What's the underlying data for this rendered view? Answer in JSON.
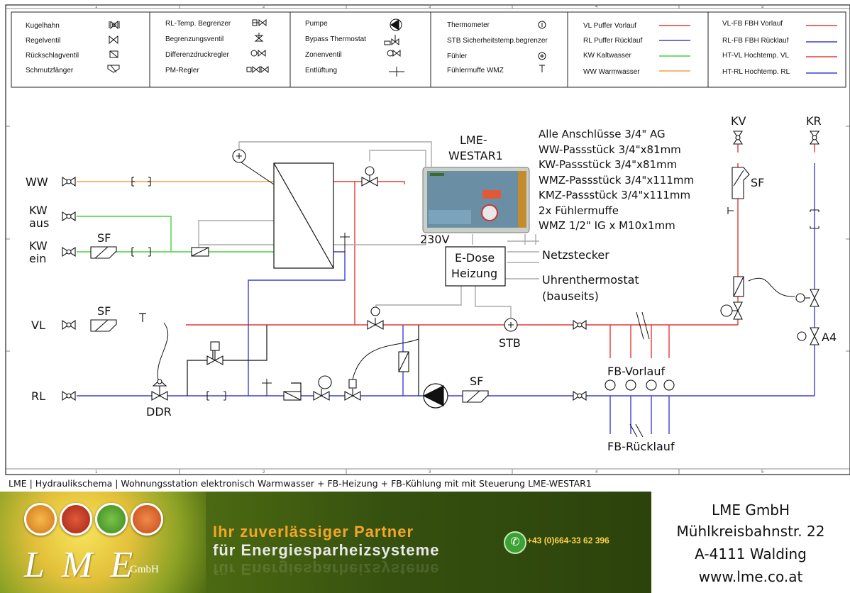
{
  "legend": {
    "col1": [
      "Kugelhahn",
      "Regelventil",
      "Rückschlagventil",
      "Schmutzfänger"
    ],
    "col2": [
      "RL-Temp. Begrenzer",
      "Begrenzungsventil",
      "Differenzdruckregler",
      "PM-Regler"
    ],
    "col3": [
      "Pumpe",
      "Bypass Thermostat",
      "Zonenventil",
      "Entlüftung"
    ],
    "col4": [
      "Thermometer",
      "STB Sicherheitstemp.begrenzer",
      "Fühler",
      "Fühlermuffe WMZ"
    ],
    "col5": [
      {
        "label": "VL Puffer Vorlauf",
        "color": "#e53935"
      },
      {
        "label": "RL Puffer Rücklauf",
        "color": "#3b3fd8"
      },
      {
        "label": "KW Kaltwasser",
        "color": "#43d443"
      },
      {
        "label": "WW Warmwasser",
        "color": "#f0a040"
      }
    ],
    "col6": [
      {
        "label": "VL-FB FBH Vorlauf",
        "color": "#e53935"
      },
      {
        "label": "RL-FB FBH Rücklauf",
        "color": "#3b3fd8"
      },
      {
        "label": "HT-VL Hochtemp. VL",
        "color": "#e53935"
      },
      {
        "label": "HT-RL Hochtemp. RL",
        "color": "#3b3fd8"
      }
    ]
  },
  "ruler": [
    "1",
    "2",
    "3",
    "4",
    "5"
  ],
  "diagram": {
    "ww": "WW",
    "kw_aus": [
      "KW",
      "aus"
    ],
    "kw_ein": [
      "KW",
      "ein"
    ],
    "vl": "VL",
    "rl": "RL",
    "sf": "SF",
    "ddr": "DDR",
    "stb": "STB",
    "kv": "KV",
    "kr": "KR",
    "a4": "A4",
    "controller": [
      "LME-",
      "WESTAR1"
    ],
    "v230": "230V",
    "edose": [
      "E-Dose",
      "Heizung"
    ],
    "netzstecker": "Netzstecker",
    "uhren": [
      "Uhrenthermostat",
      "(bauseits)"
    ],
    "fb_vorlauf": "FB-Vorlauf",
    "fb_ruecklauf": "FB-Rücklauf",
    "notes": [
      "Alle Anschlüsse 3/4\" AG",
      "WW-Passstück 3/4\"x81mm",
      "KW-Passstück 3/4\"x81mm",
      "WMZ-Passstück 3/4\"x111mm",
      "KMZ-Passstück 3/4\"x111mm",
      "2x Fühlermuffe",
      "WMZ 1/2\" IG x M10x1mm"
    ]
  },
  "caption": "LME | Hydraulikschema | Wohnungsstation elektronisch Warmwasser + FB-Heizung + FB-Kühlung mit mit Steuerung LME-WESTAR1",
  "footer": {
    "logo": "L M E",
    "gmbh": "GmbH",
    "slogan1": "Ihr zuverlässiger Partner",
    "slogan2": "für Energiesparheizsysteme",
    "phone": "+43 (0)664-33 62 396",
    "address": [
      "LME GmbH",
      "Mühlkreisbahnstr. 22",
      "A-4111 Walding",
      "www.lme.co.at"
    ]
  },
  "colors": {
    "vl": "#e53935",
    "rl": "#3b3fd8",
    "kw": "#43d443",
    "ww": "#f0a040",
    "wire": "#aaaaaa"
  },
  "icons": [
    "ball-valve-icon",
    "control-valve-icon",
    "check-valve-icon",
    "dirt-trap-icon",
    "pump-icon",
    "thermometer-icon",
    "sensor-icon",
    "heat-exchanger-icon",
    "phone-icon"
  ]
}
